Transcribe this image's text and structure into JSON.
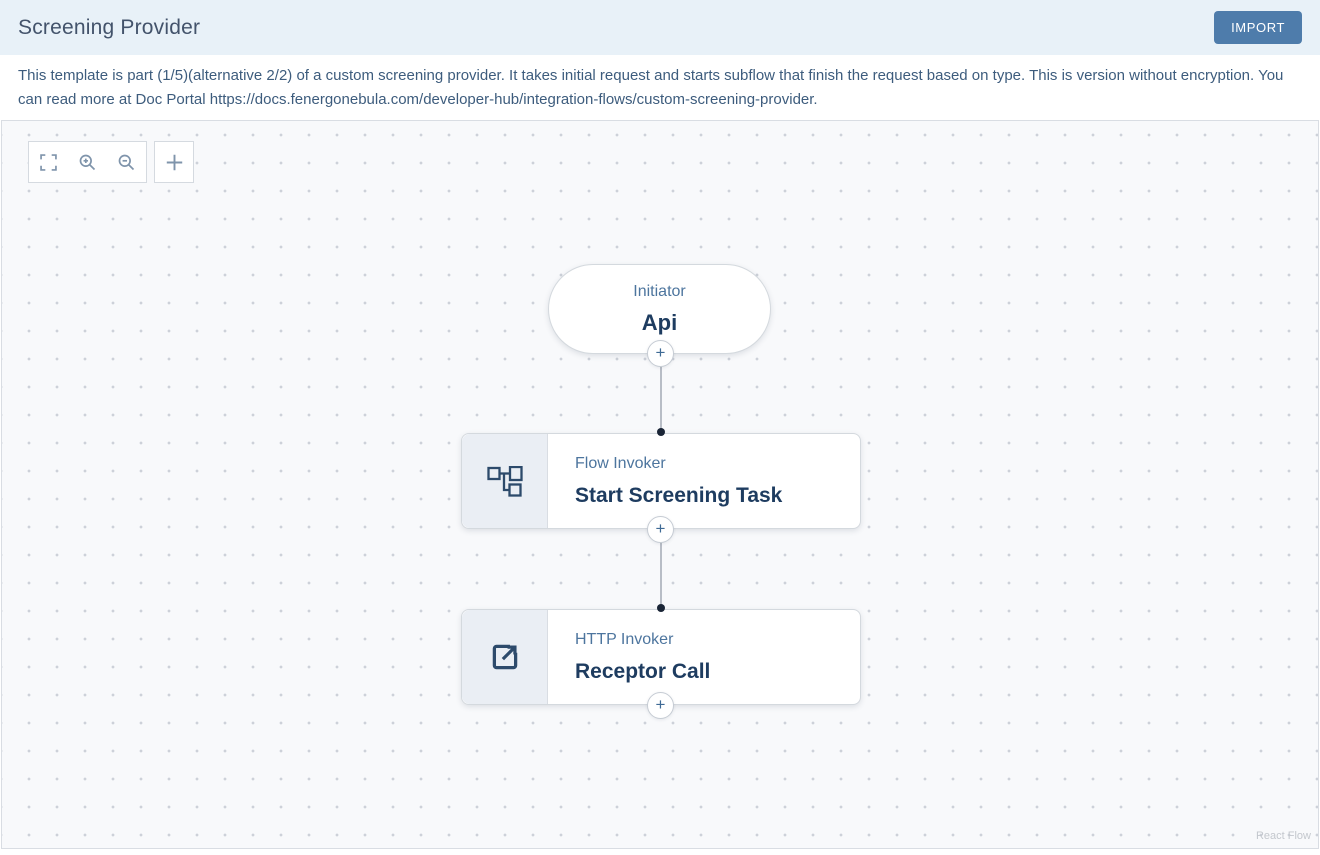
{
  "header": {
    "title": "Screening Provider",
    "import_button": "IMPORT"
  },
  "description": {
    "text": "This template is part (1/5)(alternative 2/2) of a custom screening provider. It takes initial request and starts subflow that finish the request based on type. This is version without encryption. You can read more at Doc Portal https://docs.fenergonebula.com/developer-hub/integration-flows/custom-screening-provider."
  },
  "canvas": {
    "toolbar": {
      "buttons": [
        {
          "icon": "fit-view-icon"
        },
        {
          "icon": "zoom-in-icon"
        },
        {
          "icon": "zoom-out-icon"
        }
      ],
      "add_node_button_icon": "plus-icon"
    },
    "flow": {
      "nodes": [
        {
          "id": "initiator",
          "shape": "pill",
          "type_label": "Initiator",
          "title": "Api",
          "icon": null
        },
        {
          "id": "flow-invoker",
          "shape": "card",
          "type_label": "Flow Invoker",
          "title": "Start Screening Task",
          "icon": "flow-invoker-icon"
        },
        {
          "id": "http-invoker",
          "shape": "card",
          "type_label": "HTTP Invoker",
          "title": "Receptor Call",
          "icon": "external-link-icon"
        }
      ],
      "edges": [
        {
          "from": "initiator",
          "to": "flow-invoker"
        },
        {
          "from": "flow-invoker",
          "to": "http-invoker"
        }
      ],
      "add_step_glyph": "+"
    },
    "attribution": "React Flow"
  },
  "colors": {
    "header_bg": "#e8f1f8",
    "accent": "#4e7cab",
    "description_text": "#3d5c7d",
    "node_type_label": "#4d759e",
    "node_title": "#1e3c60",
    "node_icon": "#2d4a6b",
    "canvas_bg": "#f8f9fb",
    "edge": "#b8bdc6"
  }
}
